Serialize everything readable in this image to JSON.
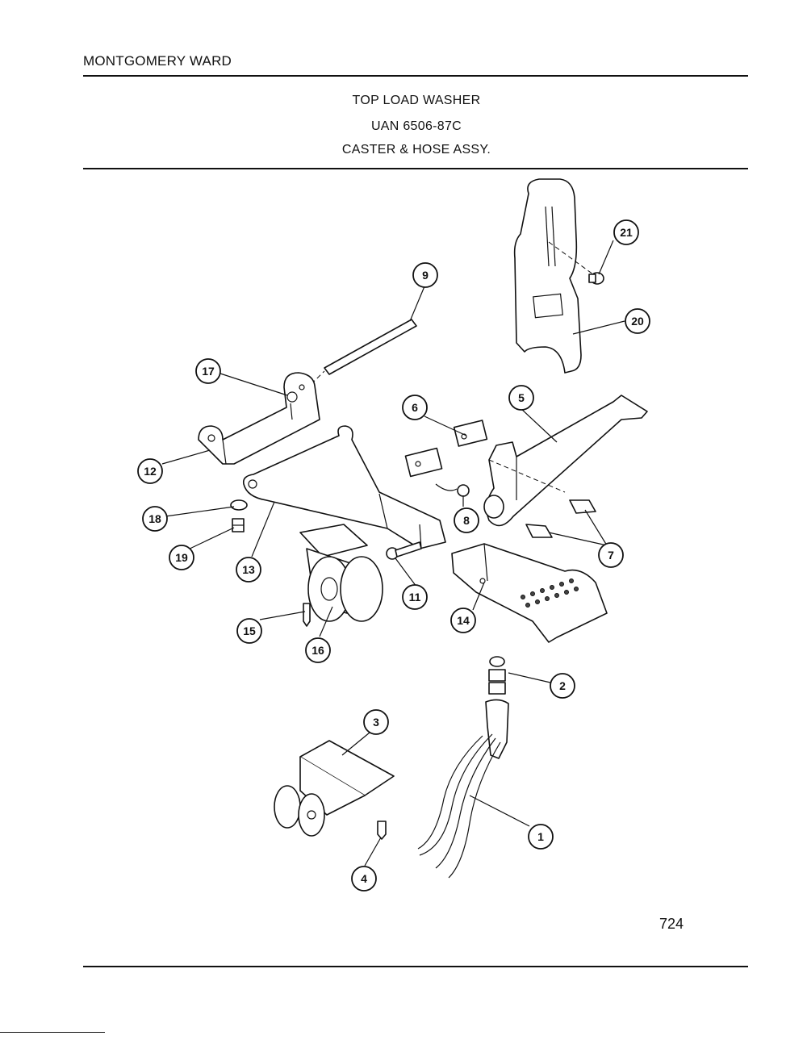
{
  "header": {
    "brand": "MONTGOMERY WARD",
    "title_line1": "TOP LOAD WASHER",
    "title_line2": "UAN 6506-87C",
    "title_line3": "CASTER & HOSE ASSY."
  },
  "footer": {
    "page_number": "724"
  },
  "callouts": [
    {
      "id": "c1",
      "label": "1"
    },
    {
      "id": "c2",
      "label": "2"
    },
    {
      "id": "c3",
      "label": "3"
    },
    {
      "id": "c4",
      "label": "4"
    },
    {
      "id": "c5",
      "label": "5"
    },
    {
      "id": "c6",
      "label": "6"
    },
    {
      "id": "c7",
      "label": "7"
    },
    {
      "id": "c8",
      "label": "8"
    },
    {
      "id": "c9",
      "label": "9"
    },
    {
      "id": "c11",
      "label": "11"
    },
    {
      "id": "c12",
      "label": "12"
    },
    {
      "id": "c13",
      "label": "13"
    },
    {
      "id": "c14",
      "label": "14"
    },
    {
      "id": "c15",
      "label": "15"
    },
    {
      "id": "c16",
      "label": "16"
    },
    {
      "id": "c17",
      "label": "17"
    },
    {
      "id": "c18",
      "label": "18"
    },
    {
      "id": "c19",
      "label": "19"
    },
    {
      "id": "c20",
      "label": "20"
    },
    {
      "id": "c21",
      "label": "21"
    }
  ]
}
